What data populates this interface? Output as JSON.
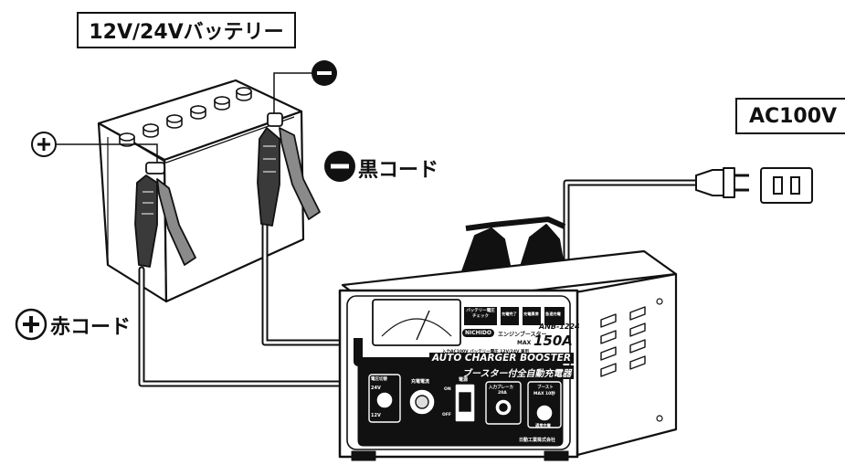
{
  "labels": {
    "battery_title": "12V/24Vバッテリー",
    "ac_title": "AC100V",
    "black_cord": "黒コード",
    "red_cord": "赤コード"
  },
  "symbols": {
    "minus": "−",
    "plus": "+"
  },
  "charger": {
    "brand": "NICHIDO",
    "product_type": "エンジンブースター",
    "model": "ANB-1224",
    "max_label": "MAX",
    "max_current": "150A",
    "spec_line": "入力AC100V バッテリー電圧 12V/24V 兼用",
    "title_en": "AUTO CHARGER BOOSTER",
    "title_jp": "ブースター付全自動充電器",
    "buttons": [
      "バッテリー電圧チェック",
      "充電完了",
      "充電異常",
      "急速充電"
    ],
    "left_knob_label": "電圧切替",
    "left_knob_values": [
      "24V",
      "12V"
    ],
    "center_knob_label": "充電電流",
    "switch_label": "電源",
    "switch_on": "ON",
    "switch_off": "OFF",
    "breaker_label": "入力ブレーカ",
    "breaker_value": "20A",
    "boost_label": "ブースト",
    "boost_max": "MAX 10秒",
    "boost_sub": "通常充電",
    "maker": "日動工業株式会社"
  },
  "colors": {
    "ink": "#111111",
    "clamp_dark": "#3a3a3a",
    "clamp_mid": "#8a8a8a"
  }
}
